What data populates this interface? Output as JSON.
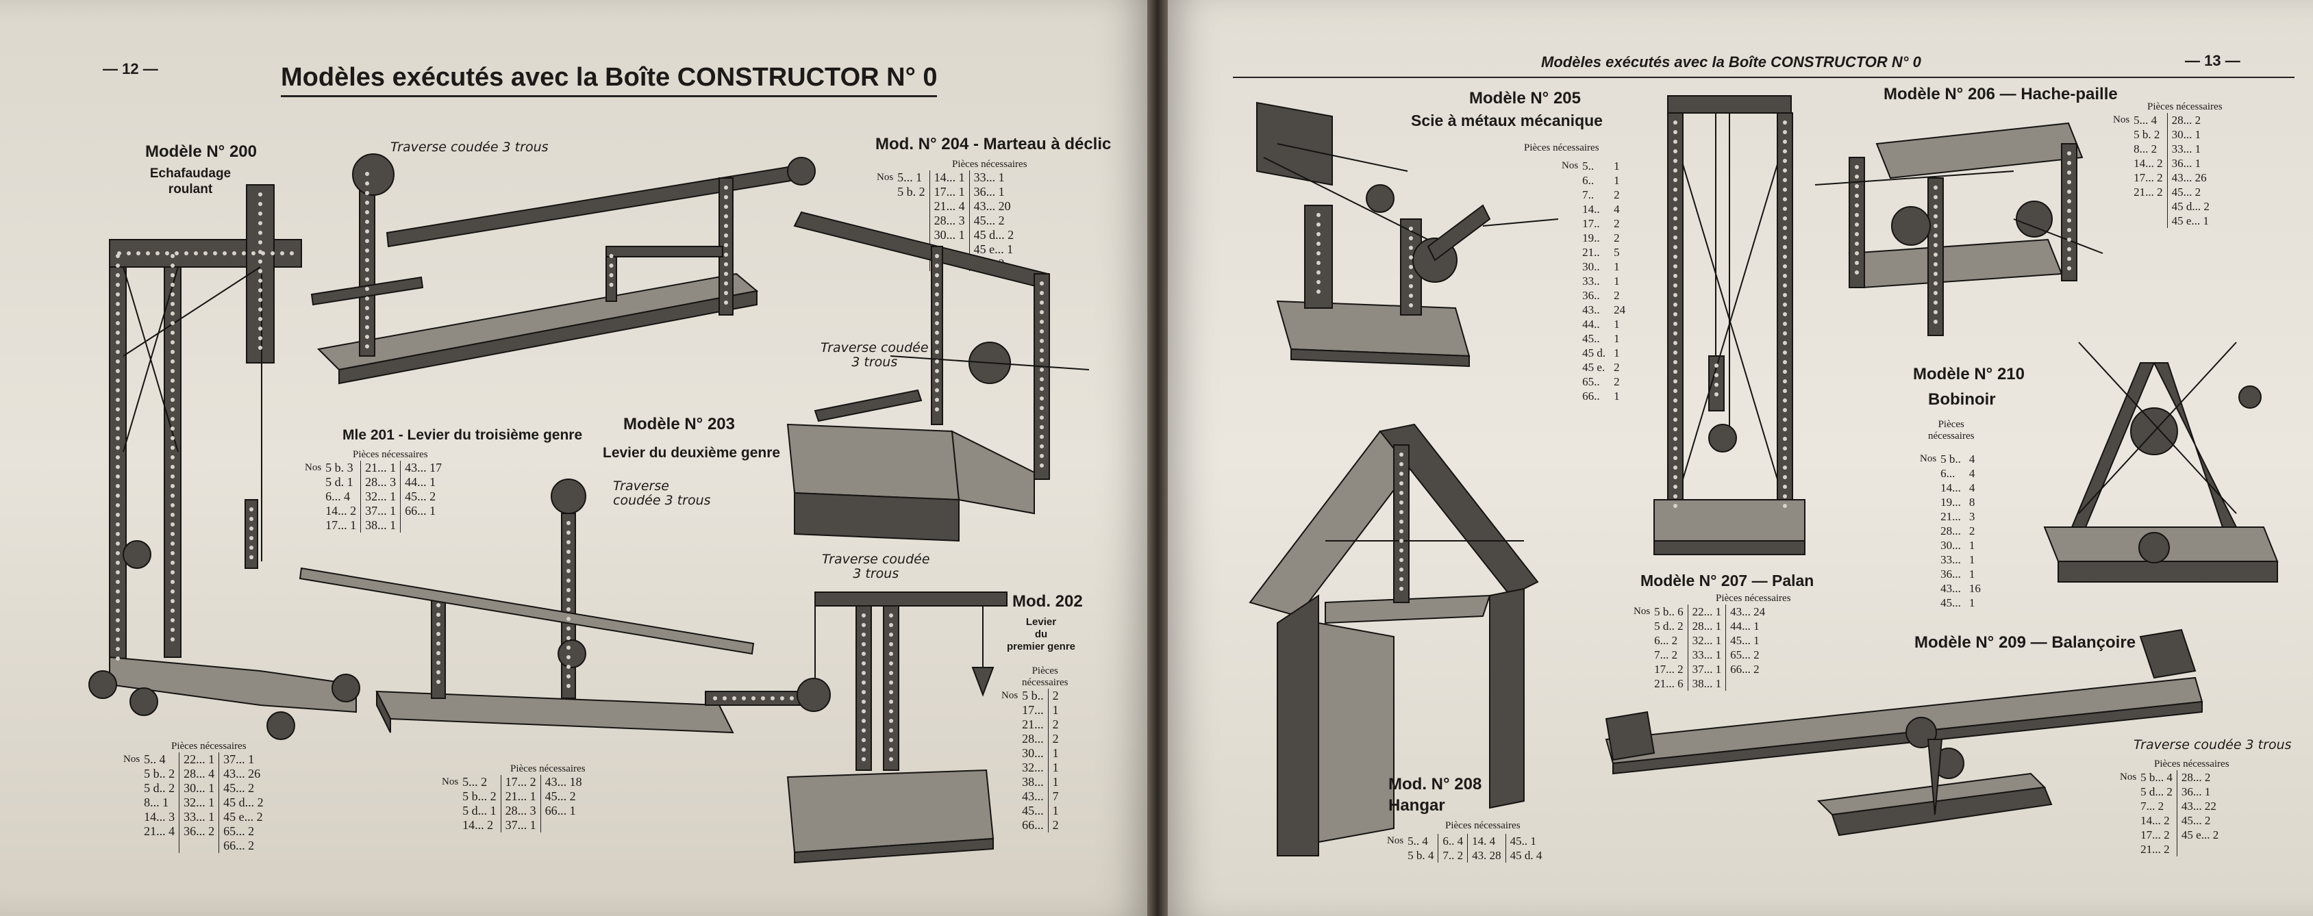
{
  "left_page": {
    "page_number": "— 12 —",
    "title": "Modèles exécutés avec la Boîte CONSTRUCTOR N° 0",
    "models": {
      "m200": {
        "label": "Modèle N° 200",
        "name_line1": "Echafaudage",
        "name_line2": "roulant",
        "parts_header": "Pièces nécessaires",
        "nos": "Nos",
        "parts": [
          [
            "5.. 4",
            "22... 1",
            "37... 1"
          ],
          [
            "5 b.. 2",
            "28... 4",
            "43... 26"
          ],
          [
            "5 d.. 2",
            "30... 1",
            "45... 2"
          ],
          [
            "8... 1",
            "32... 1",
            "45 d... 2"
          ],
          [
            "14... 3",
            "33... 1",
            "45 e... 2"
          ],
          [
            "21... 4",
            "36... 2",
            "65... 2"
          ],
          [
            "",
            "",
            "66... 2"
          ]
        ]
      },
      "m201": {
        "label": "Mle 201 - Levier du troisième genre",
        "parts_header": "Pièces nécessaires",
        "nos": "Nos",
        "parts": [
          [
            "5 b. 3",
            "21... 1",
            "43... 17"
          ],
          [
            "5 d. 1",
            "28... 3",
            "44... 1"
          ],
          [
            "6... 4",
            "32... 1",
            "45... 2"
          ],
          [
            "14... 2",
            "37... 1",
            "66... 1"
          ],
          [
            "17... 1",
            "38... 1",
            ""
          ]
        ],
        "annotation": "Traverse coudée 3 trous"
      },
      "m203": {
        "label": "Modèle N° 203",
        "name": "Levier du deuxième genre",
        "annotation_line1": "Traverse",
        "annotation_line2": "coudée 3 trous",
        "parts_header": "Pièces nécessaires",
        "nos": "Nos",
        "parts": [
          [
            "5... 2",
            "17... 2",
            "43... 18"
          ],
          [
            "5 b... 2",
            "21... 1",
            "45... 2"
          ],
          [
            "5 d... 1",
            "28... 3",
            "66... 1"
          ],
          [
            "14... 2",
            "37... 1",
            ""
          ]
        ]
      },
      "m204": {
        "label": "Mod. N° 204 - Marteau à déclic",
        "parts_header": "Pièces nécessaires",
        "nos": "Nos",
        "parts": [
          [
            "5... 1",
            "14... 1",
            "33... 1"
          ],
          [
            "5 b. 2",
            "17... 1",
            "36... 1"
          ],
          [
            "",
            "21... 4",
            "43... 20"
          ],
          [
            "",
            "28... 3",
            "45... 2"
          ],
          [
            "",
            "30... 1",
            "45 d... 2"
          ],
          [
            "",
            "",
            "45 e... 1"
          ],
          [
            "",
            "",
            "65... 2"
          ]
        ],
        "annotation_line1": "Traverse coudée",
        "annotation_line2": "3 trous"
      },
      "m202": {
        "label": "Mod. 202",
        "name_line1": "Levier",
        "name_line2": "du",
        "name_line3": "premier genre",
        "annotation_line1": "Traverse coudée",
        "annotation_line2": "3 trous",
        "parts_header_line1": "Pièces",
        "parts_header_line2": "nécessaires",
        "nos": "Nos",
        "parts": [
          [
            "5 b..",
            "2"
          ],
          [
            "17...",
            "1"
          ],
          [
            "21...",
            "2"
          ],
          [
            "28...",
            "2"
          ],
          [
            "30...",
            "1"
          ],
          [
            "32...",
            "1"
          ],
          [
            "38...",
            "1"
          ],
          [
            "43...",
            "7"
          ],
          [
            "45...",
            "1"
          ],
          [
            "66...",
            "2"
          ]
        ]
      }
    }
  },
  "right_page": {
    "page_number": "— 13 —",
    "running_head": "Modèles exécutés avec la Boîte CONSTRUCTOR N° 0",
    "models": {
      "m205": {
        "label": "Modèle N° 205",
        "name": "Scie à métaux mécanique",
        "parts_header": "Pièces nécessaires",
        "nos": "Nos",
        "parts": [
          [
            "5..",
            "1"
          ],
          [
            "6..",
            "1"
          ],
          [
            "7..",
            "2"
          ],
          [
            "",
            ""
          ],
          [
            "14..",
            "4"
          ],
          [
            "17..",
            "2"
          ],
          [
            "19..",
            "2"
          ],
          [
            "21..",
            "5"
          ],
          [
            "30..",
            "1"
          ],
          [
            "33..",
            "1"
          ],
          [
            "36..",
            "2"
          ],
          [
            "43..",
            "24"
          ],
          [
            "44..",
            "1"
          ],
          [
            "45..",
            "1"
          ],
          [
            "45 d.",
            "1"
          ],
          [
            "45 e.",
            "2"
          ],
          [
            "65..",
            "2"
          ],
          [
            "66..",
            "1"
          ]
        ]
      },
      "m206": {
        "label": "Modèle N° 206 — Hache-paille",
        "parts_header": "Pièces nécessaires",
        "nos": "Nos",
        "parts": [
          [
            "5... 4",
            "28... 2"
          ],
          [
            "5 b. 2",
            "30... 1"
          ],
          [
            "8... 2",
            "33... 1"
          ],
          [
            "14... 2",
            "36... 1"
          ],
          [
            "17... 2",
            "43... 26"
          ],
          [
            "21... 2",
            "45... 2"
          ],
          [
            "",
            "45 d... 2"
          ],
          [
            "",
            "45 e... 1"
          ]
        ]
      },
      "m210": {
        "label": "Modèle N° 210",
        "name": "Bobinoir",
        "parts_header_line1": "Pièces",
        "parts_header_line2": "nécessaires",
        "nos": "Nos",
        "parts": [
          [
            "5 b..",
            "4"
          ],
          [
            "6...",
            "4"
          ],
          [
            "14...",
            "4"
          ],
          [
            "19...",
            "8"
          ],
          [
            "21...",
            "3"
          ],
          [
            "28...",
            "2"
          ],
          [
            "30...",
            "1"
          ],
          [
            "33...",
            "1"
          ],
          [
            "36...",
            "1"
          ],
          [
            "43...",
            "16"
          ],
          [
            "45...",
            "1"
          ]
        ]
      },
      "m207": {
        "label": "Modèle N° 207 — Palan",
        "parts_header": "Pièces nécessaires",
        "nos": "Nos",
        "parts": [
          [
            "5 b.. 6",
            "22... 1",
            "43... 24"
          ],
          [
            "5 d.. 2",
            "28... 1",
            "44... 1"
          ],
          [
            "6... 2",
            "32... 1",
            "45... 1"
          ],
          [
            "7... 2",
            "33... 1",
            "65... 2"
          ],
          [
            "17... 2",
            "37... 1",
            "66... 2"
          ],
          [
            "21... 6",
            "38... 1",
            ""
          ]
        ]
      },
      "m208": {
        "label": "Mod. N° 208",
        "name": "Hangar",
        "parts_header": "Pièces nécessaires",
        "nos": "Nos",
        "parts": [
          [
            "5.. 4",
            "6.. 4",
            "14. 4",
            "45.. 1"
          ],
          [
            "5 b. 4",
            "7.. 2",
            "43. 28",
            "45 d. 4"
          ]
        ]
      },
      "m209": {
        "label": "Modèle N° 209 — Balançoire",
        "annotation": "Traverse coudée 3 trous",
        "parts_header": "Pièces nécessaires",
        "nos": "Nos",
        "parts": [
          [
            "5 b... 4",
            "28... 2"
          ],
          [
            "5 d... 2",
            "36... 1"
          ],
          [
            "7... 2",
            "43... 22"
          ],
          [
            "14... 2",
            "45... 2"
          ],
          [
            "17... 2",
            "45 e... 2"
          ],
          [
            "21... 2",
            ""
          ]
        ]
      }
    }
  }
}
